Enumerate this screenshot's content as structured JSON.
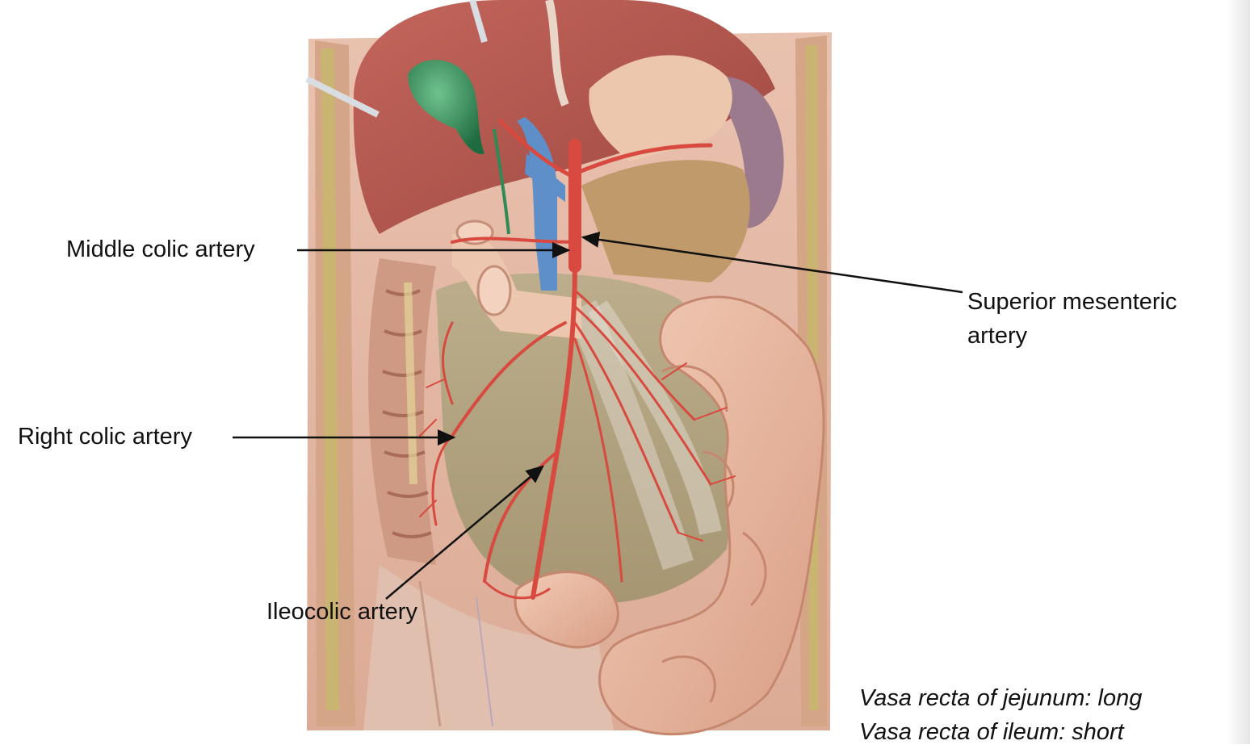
{
  "labels": {
    "middle_colic": "Middle colic artery",
    "superior_mesenteric_line1": "Superior mesenteric",
    "superior_mesenteric_line2": "artery",
    "right_colic": "Right colic artery",
    "ileocolic": "Ileocolic artery"
  },
  "notes": {
    "jejunum": "Vasa recta of jejunum: long",
    "ileum": "Vasa recta of ileum: short"
  },
  "colors": {
    "artery": "#d84a3f",
    "vein": "#5f8fc8",
    "liver": "#b4574f",
    "gallbladder": "#2f8a55",
    "intestine": "#e8b8a0",
    "mesentery": "#b3a584",
    "abdominal_wall": "#e3b6a2"
  }
}
